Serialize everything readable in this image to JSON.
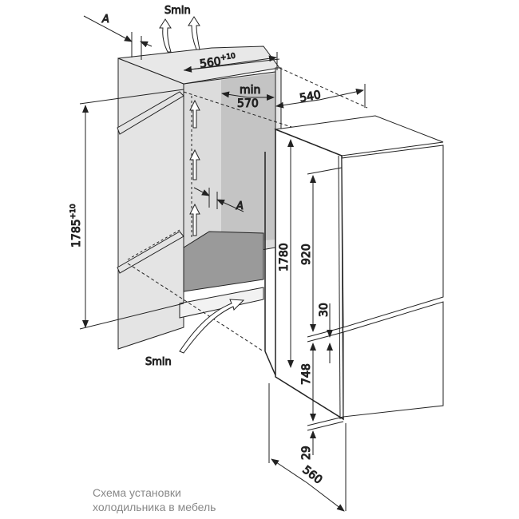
{
  "labels": {
    "a_top": "A",
    "a_mid": "A",
    "smin_top": "Smin",
    "smin_bottom": "Smin",
    "niche_width": "560",
    "niche_width_tol": "+10",
    "niche_depth_min": "min",
    "niche_depth_val": "570",
    "niche_height": "1785",
    "niche_height_tol": "+10",
    "fridge_depth": "540",
    "fridge_height": "1780",
    "upper_door": "920",
    "gap": "30",
    "lower_door": "748",
    "bottom_gap": "29",
    "fridge_width": "560"
  },
  "caption": {
    "line1": "Схема установки",
    "line2": "холодильника в мебель"
  },
  "colors": {
    "panel": "#e2e2e2",
    "inner": "#c8c8c8",
    "floor": "#9a9a9a",
    "line": "#222222"
  }
}
